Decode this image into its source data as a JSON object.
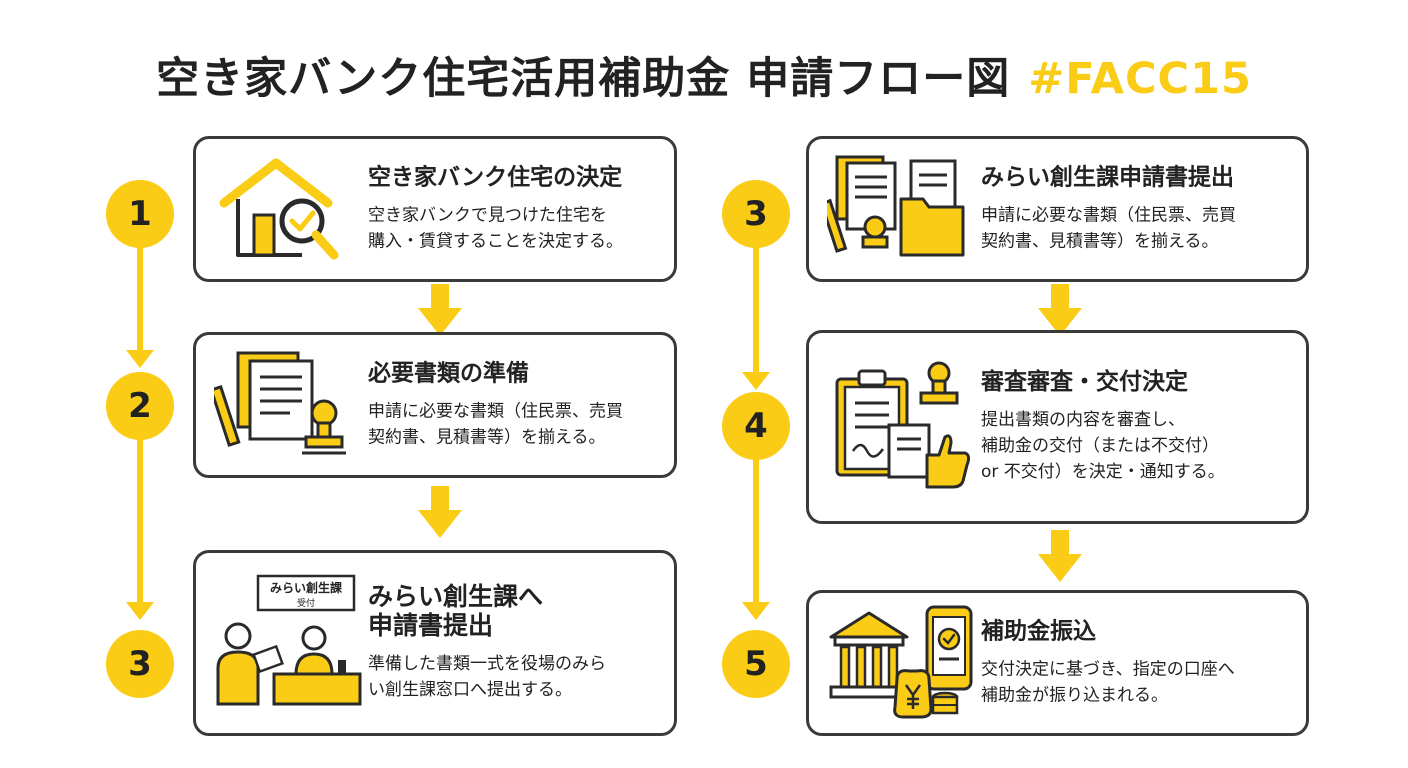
{
  "header": {
    "title": "空き家バンク住宅活用補助金 申請フロー図",
    "color_code": "#FACC15"
  },
  "colors": {
    "accent": "#FACC15",
    "border": "#3a3a3a",
    "text": "#222222"
  },
  "left_numbers": [
    "1",
    "2",
    "3"
  ],
  "right_numbers": [
    "3",
    "4",
    "5"
  ],
  "steps_left": [
    {
      "title": "空き家バンク住宅の決定",
      "desc1": "空き家バンクで見つけた住宅を",
      "desc2": "購入・賃貸することを決定する。",
      "icon": "house-magnifier-icon"
    },
    {
      "title": "必要書類の準備",
      "desc1": "申請に必要な書類（住民票、売買",
      "desc2": "契約書、見積書等）を揃える。",
      "icon": "documents-stamp-icon"
    },
    {
      "title1": "みらい創生課へ",
      "title2": "申請書提出",
      "desc1": "準備した書類一式を役場のみら",
      "desc2": "い創生課窓口へ提出する。",
      "icon": "counter-clerk-icon",
      "counter_sign": "みらい創生課",
      "counter_sub": "受付"
    }
  ],
  "steps_right": [
    {
      "title": "みらい創生課申請書提出",
      "desc1": "申請に必要な書類（住民票、売買",
      "desc2": "契約書、見積書等）を揃える。",
      "icon": "documents-folder-icon"
    },
    {
      "title": "審査審査・交付決定",
      "desc1": "提出書類の内容を審査し、",
      "desc2": "補助金の交付（または不交付）",
      "desc3": "or 不交付）を決定・通知する。",
      "icon": "clipboard-approval-icon"
    },
    {
      "title": "補助金振込",
      "desc1": "交付決定に基づき、指定の口座へ",
      "desc2": "補助金が振り込まれる。",
      "icon": "bank-money-icon"
    }
  ]
}
